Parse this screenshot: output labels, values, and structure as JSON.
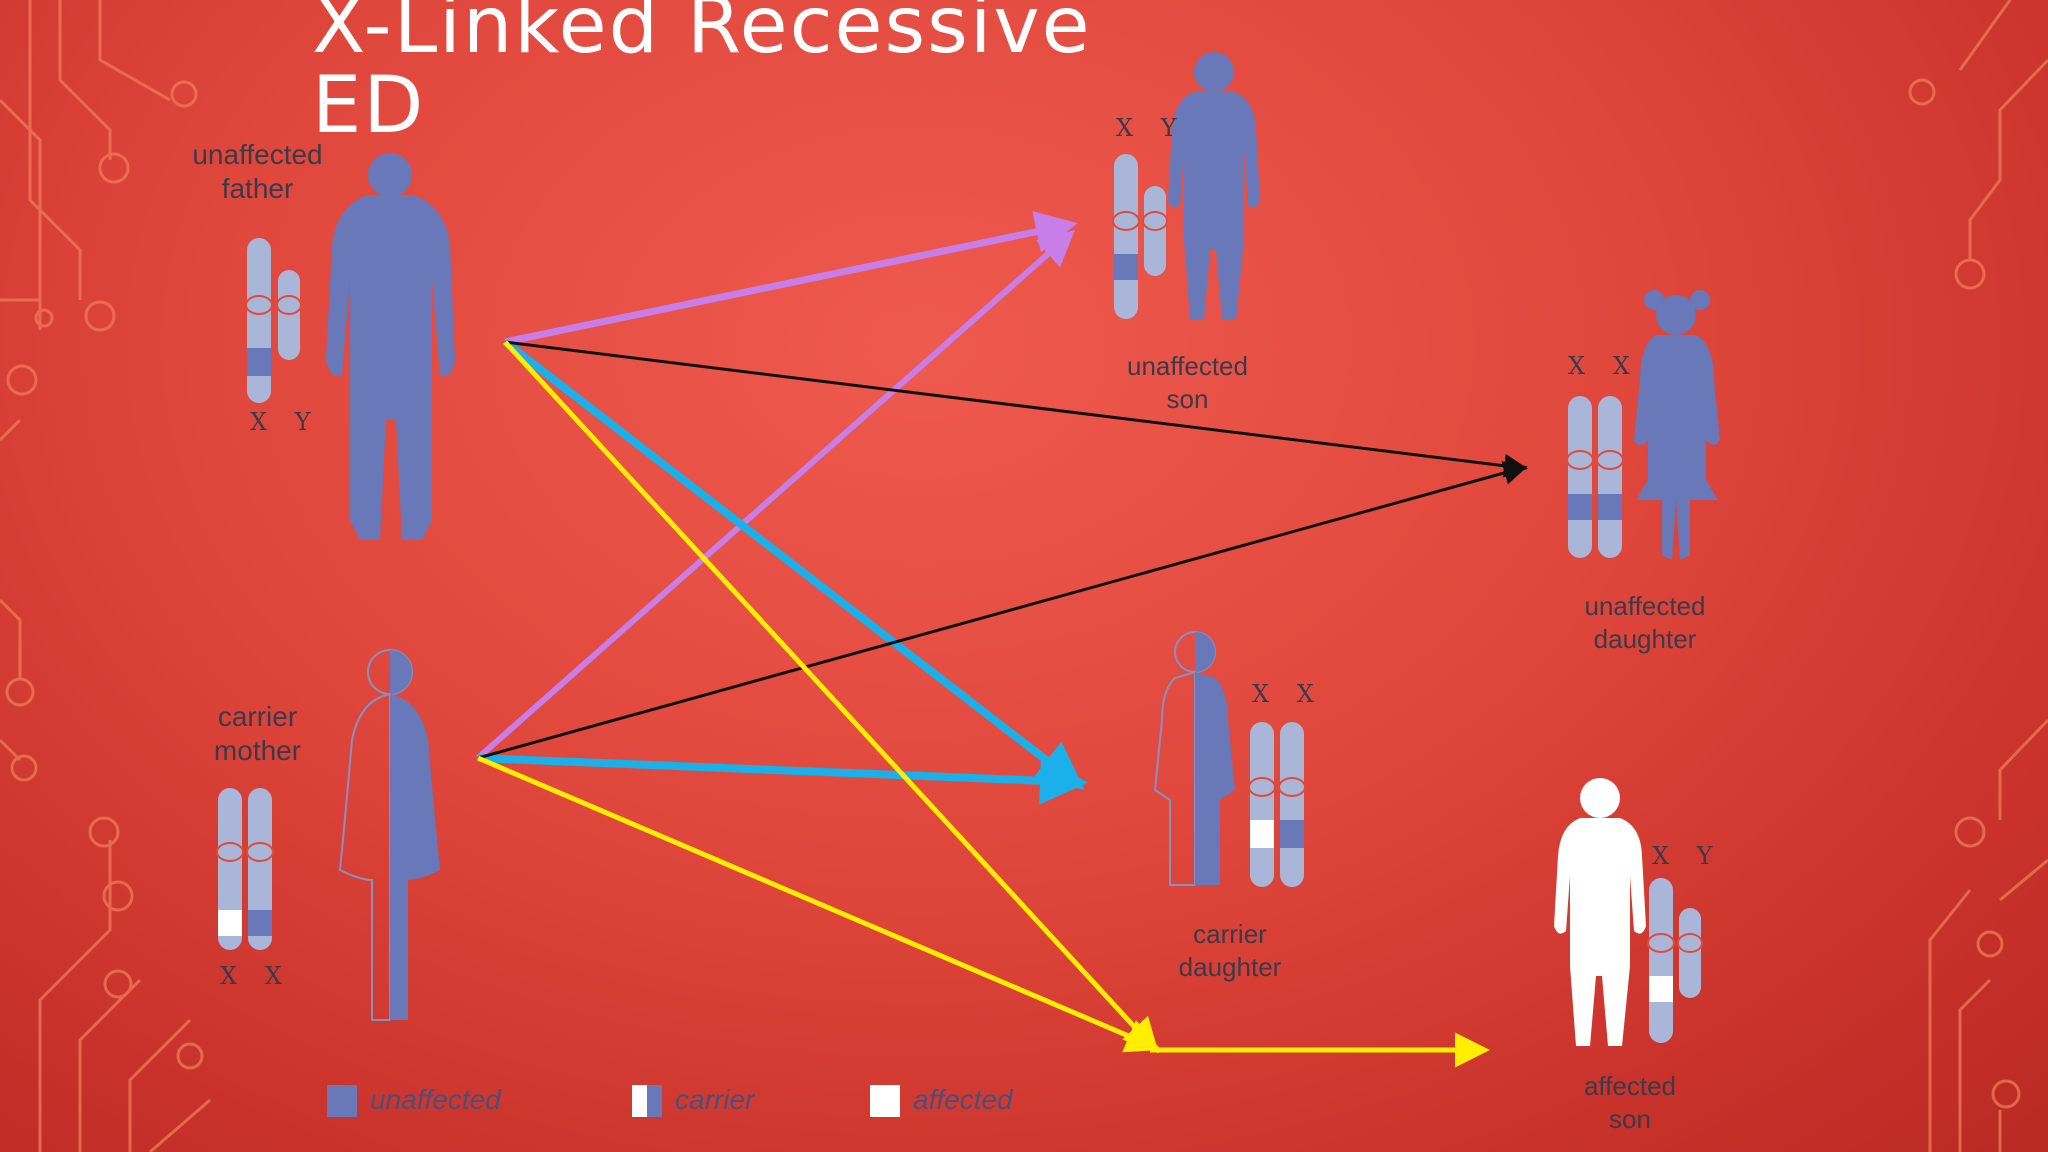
{
  "title": "X-Linked Recessive ED",
  "people": {
    "father": {
      "label": "unaffected\nfather",
      "chromosomes": "X Y"
    },
    "mother": {
      "label": "carrier\nmother",
      "chromosomes": "X X"
    },
    "son_unaffected": {
      "label": "unaffected\nson",
      "chromosomes": "X Y"
    },
    "daughter_unaffected": {
      "label": "unaffected\ndaughter",
      "chromosomes": "X X"
    },
    "daughter_carrier": {
      "label": "carrier\ndaughter",
      "chromosomes": "X X"
    },
    "son_affected": {
      "label": "affected\nson",
      "chromosomes": "X Y"
    }
  },
  "legend": {
    "unaffected": "unaffected",
    "carrier": "carrier",
    "affected": "affected"
  },
  "colors": {
    "figure": "#6878b8",
    "chromosome": "#aab6d8",
    "affected": "#ffffff",
    "arrow_purple": "#c87ee8",
    "arrow_blue": "#1ab0ea",
    "arrow_black": "#111111",
    "arrow_yellow": "#ffee00"
  }
}
